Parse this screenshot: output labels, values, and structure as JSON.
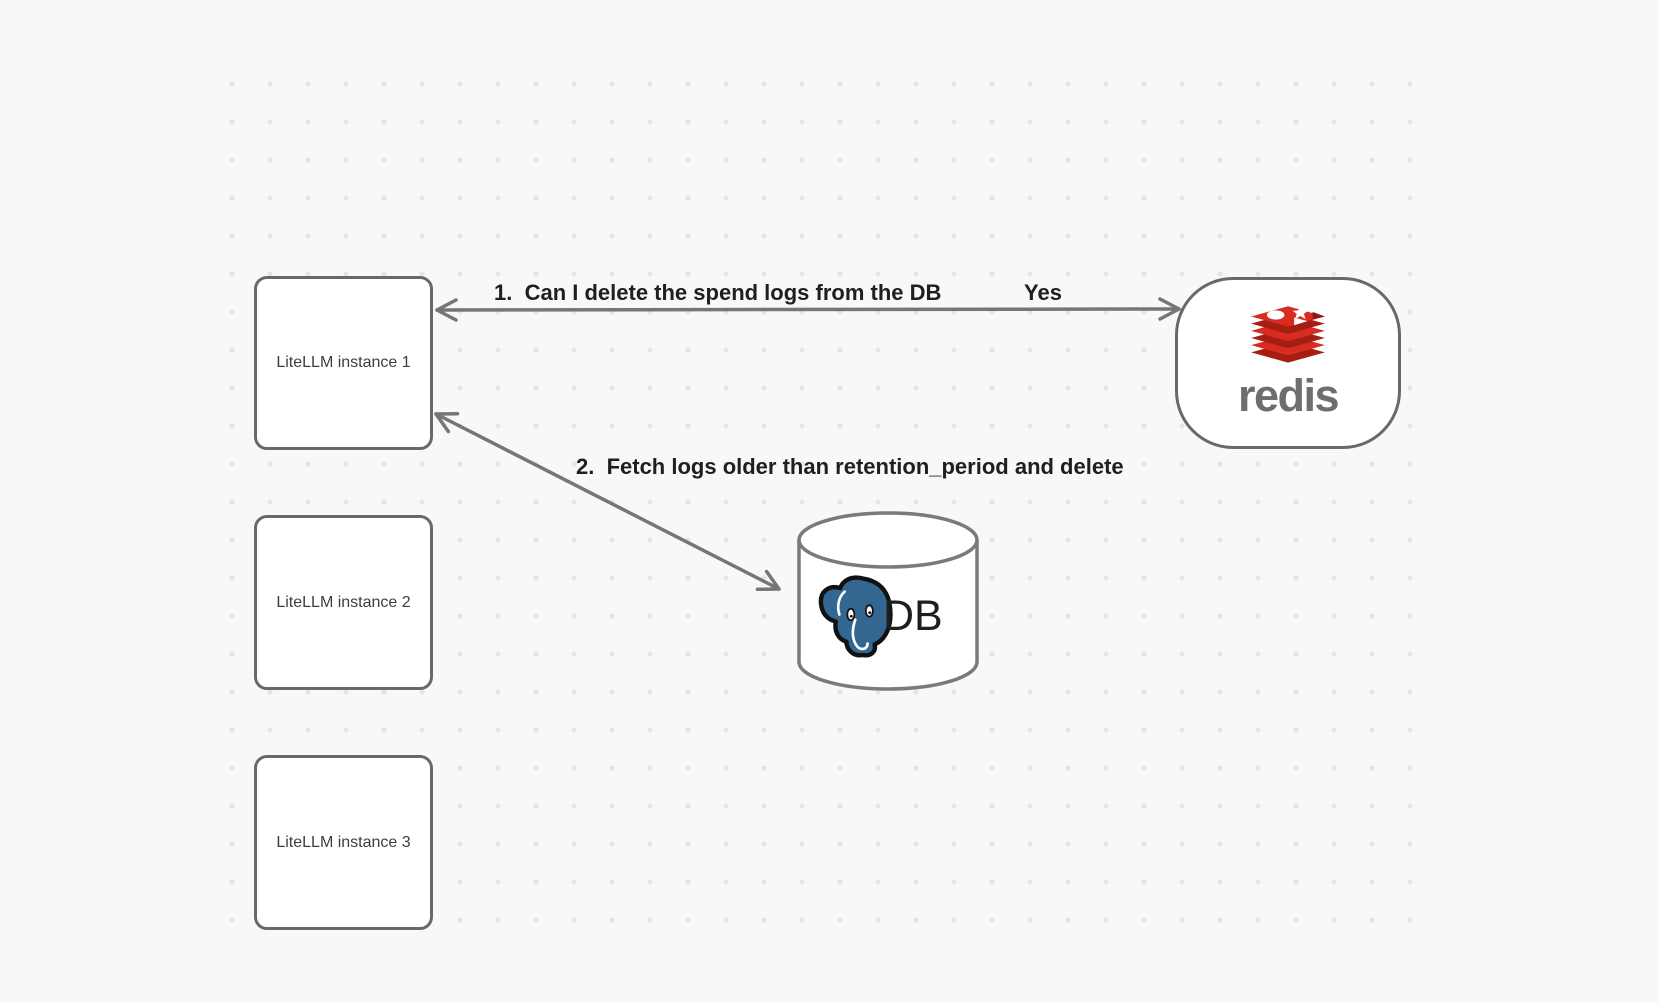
{
  "diagram": {
    "nodes": {
      "instance1": {
        "label": "LiteLLM instance 1"
      },
      "instance2": {
        "label": "LiteLLM instance 2"
      },
      "instance3": {
        "label": "LiteLLM instance 3"
      },
      "redis": {
        "wordmark": "redis"
      },
      "db": {
        "label": "DB"
      }
    },
    "messages": {
      "msg1": {
        "text": "1.  Can I delete the spend logs from the DB",
        "answer": "Yes"
      },
      "msg2": {
        "text": "2.  Fetch logs older than retention_period and delete"
      }
    },
    "icons": {
      "redis_logo": "redis-stacked-boxes-logo",
      "postgres_logo": "postgresql-elephant-logo"
    },
    "colors": {
      "background": "#f8f8f7",
      "grid_dot": "#e5e5e3",
      "arrow_stroke": "#767676",
      "node_border": "#696969",
      "message_text": "#1f1f1f",
      "node_text": "#3e3e3e",
      "redis_red": "#d82c20",
      "redis_dark_red": "#a41e11",
      "redis_wordmark_gray": "#6e6e6e",
      "postgres_blue": "#336791",
      "db_text": "#1e1e1e"
    }
  }
}
